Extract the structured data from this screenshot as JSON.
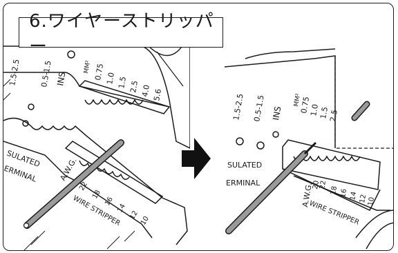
{
  "title": "6.ワイヤーストリッパー",
  "left_labels": {
    "size_a": "1.5-2.5",
    "size_b": "0.5-1.5",
    "ins": "INS",
    "mm2": "MM²",
    "v075": "0.75",
    "v10": "1.0",
    "v15": "1.5",
    "v25": "2.5",
    "v40": "4.0",
    "v56": "5.6",
    "sulated": "SULATED",
    "erminal": "ERMINAL",
    "awg": "A.W.G.",
    "g22": "22",
    "g18": "18",
    "g16": "16",
    "g14": "14",
    "g12": "12",
    "g10": "10",
    "wire_stripper": "WIRE STRIPPER"
  },
  "right_labels": {
    "size_a": "1.5-2.5",
    "size_b": "0.5-1.5",
    "ins": "INS",
    "mm2": "MM²",
    "v075": "0.75",
    "v10": "1.0",
    "v15": "1.5",
    "v25": "2.5",
    "sulated": "SULATED",
    "erminal": "ERMINAL",
    "awg": "A.W.G.",
    "g20": "20",
    "g22": "22",
    "g18": "18",
    "g16": "16",
    "g14": "14",
    "g12": "12",
    "g10": "10",
    "wire_stripper": "WIRE STRIPPER"
  },
  "colors": {
    "ink": "#1a1a1a",
    "wire": "#9a9a9a",
    "arrow": "#111111"
  },
  "icons": {
    "arrow": "right-arrow-icon"
  }
}
